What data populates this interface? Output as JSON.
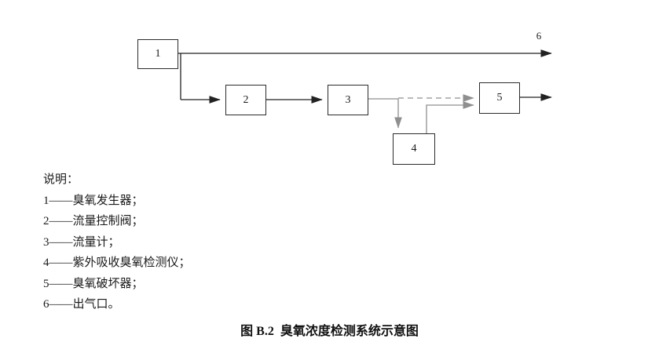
{
  "diagram": {
    "boxes": [
      {
        "label": "1"
      },
      {
        "label": "2"
      },
      {
        "label": "3"
      },
      {
        "label": "4"
      },
      {
        "label": "5"
      }
    ],
    "outlet_label": "6",
    "line_color": "#222222",
    "secondary_line_color": "#8f8f8f"
  },
  "legend": {
    "title": "说明：",
    "items": [
      "1——臭氧发生器；",
      "2——流量控制阀；",
      "3——流量计；",
      "4——紫外吸收臭氧检测仪；",
      "5——臭氧破坏器；",
      "6——出气口。"
    ]
  },
  "caption": "图 B.2  臭氧浓度检测系统示意图"
}
